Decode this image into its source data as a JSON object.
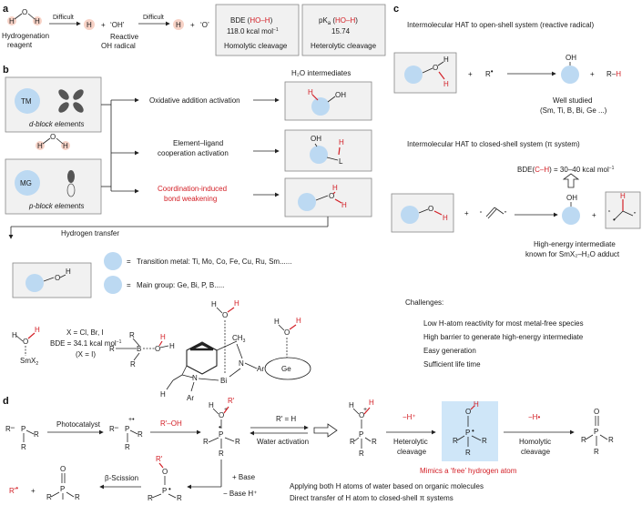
{
  "panel_labels": {
    "a": "a",
    "b": "b",
    "c": "c",
    "d": "d"
  },
  "atoms": {
    "H": "H",
    "O": "O",
    "P": "P",
    "R": "R",
    "B": "B",
    "N": "N",
    "Ar": "Ar",
    "Bi": "Bi",
    "Ge": "Ge",
    "Sm": "Sm",
    "L": "L",
    "X2": "X",
    "sub2": "2",
    "CH3": "CH",
    "sub3": "3",
    "Rprime": "R′",
    "ROH": "R′–OH",
    "RH": "R–H",
    "radical_dot": "•",
    "dots": "••",
    "plus_sign": "+"
  },
  "panel_a": {
    "hydrogenation_reagent": "Hydrogenation\nreagent",
    "difficult1": "Difficult",
    "difficult2": "Difficult",
    "plus1": "+",
    "oh_label": "‘OH’",
    "reactive_oh": "Reactive\nOH radical",
    "plus2": "+",
    "o_label": "‘O’",
    "bde_label": "BDE (",
    "bde_bond": "HO–H",
    "bde_close": ")",
    "bde_value": "118.0 kcal mol",
    "bde_unit_sup": "−1",
    "homolytic": "Homolytic cleavage",
    "pka_label": "pK",
    "pka_sub": "a",
    "pka_bond": "HO–H",
    "pka_value": "15.74",
    "heterolytic": "Heterolytic cleavage"
  },
  "panel_b": {
    "tm": "TM",
    "d_block": "d-block elements",
    "mg": "MG",
    "p_block": "p-block elements",
    "h2o_intermediates": "H₂O intermediates",
    "oxidative": "Oxidative addition activation",
    "element_ligand": "Element–ligand\ncooperation activation",
    "coordination": "Coordination-induced\nbond weakening",
    "hydrogen_transfer": "Hydrogen transfer",
    "eq1": "= ",
    "legend_tm": "Transition metal: Ti, Mo, Co, Fe, Cu, Ru, Sm......",
    "eq2": "= ",
    "legend_mg": "Main group: Ge, Bi, P, B.....",
    "x_def": "X = Cl, Br, I",
    "bde_sm": "BDE = 34.1 kcal mol",
    "bde_sm_sup": "−1",
    "x_i": "(X = I)",
    "challenges_title": "Challenges:",
    "challenges": [
      "Low H-atom reactivity for most metal-free species",
      "High barrier to generate high-energy intermediate",
      "Easy generation",
      "Sufficient life time"
    ]
  },
  "panel_c": {
    "title1": "Intermolecular HAT to open-shell system (reactive radical)",
    "plus1": "+",
    "plus2": "+",
    "well_studied": "Well studied",
    "well_list": "(Sm, Ti, B, Bi, Ge ...)",
    "title2": "Intermolecular HAT to closed-shell system (π system)",
    "bde_ch": "BDE(",
    "bde_ch_bond": "C–H",
    "bde_ch_value": ") = 30–40 kcal mol",
    "bde_ch_sup": "−1",
    "plus3": "+",
    "plus4": "+",
    "high_energy": "High-energy intermediate",
    "known_for": "known for SmX₂–H₂O adduct"
  },
  "panel_d": {
    "photocatalyst": "Photocatalyst",
    "water_activation": "Water activation",
    "r_eq_h": "R′ = H",
    "minus_h_plus": "−H⁺",
    "minus_h_dot": "−H•",
    "heterolytic_cleavage": "Heterolytic\ncleavage",
    "homolytic_cleavage": "Homolytic\ncleavage",
    "beta_scission": "β-Scission",
    "plus_base": "+ Base",
    "minus_base": "− Base H⁺",
    "mimics": "Mimics a ‘free’ hydrogen atom",
    "applying": "Applying both H atoms of water based on organic molecules",
    "direct": "Direct transfer of H atom to closed-shell π systems"
  },
  "colors": {
    "accent_red": "#d32027",
    "circle_blue": "#bcd9f2",
    "pink": "#f7d2c6",
    "highlight": "#cfe6f8"
  }
}
